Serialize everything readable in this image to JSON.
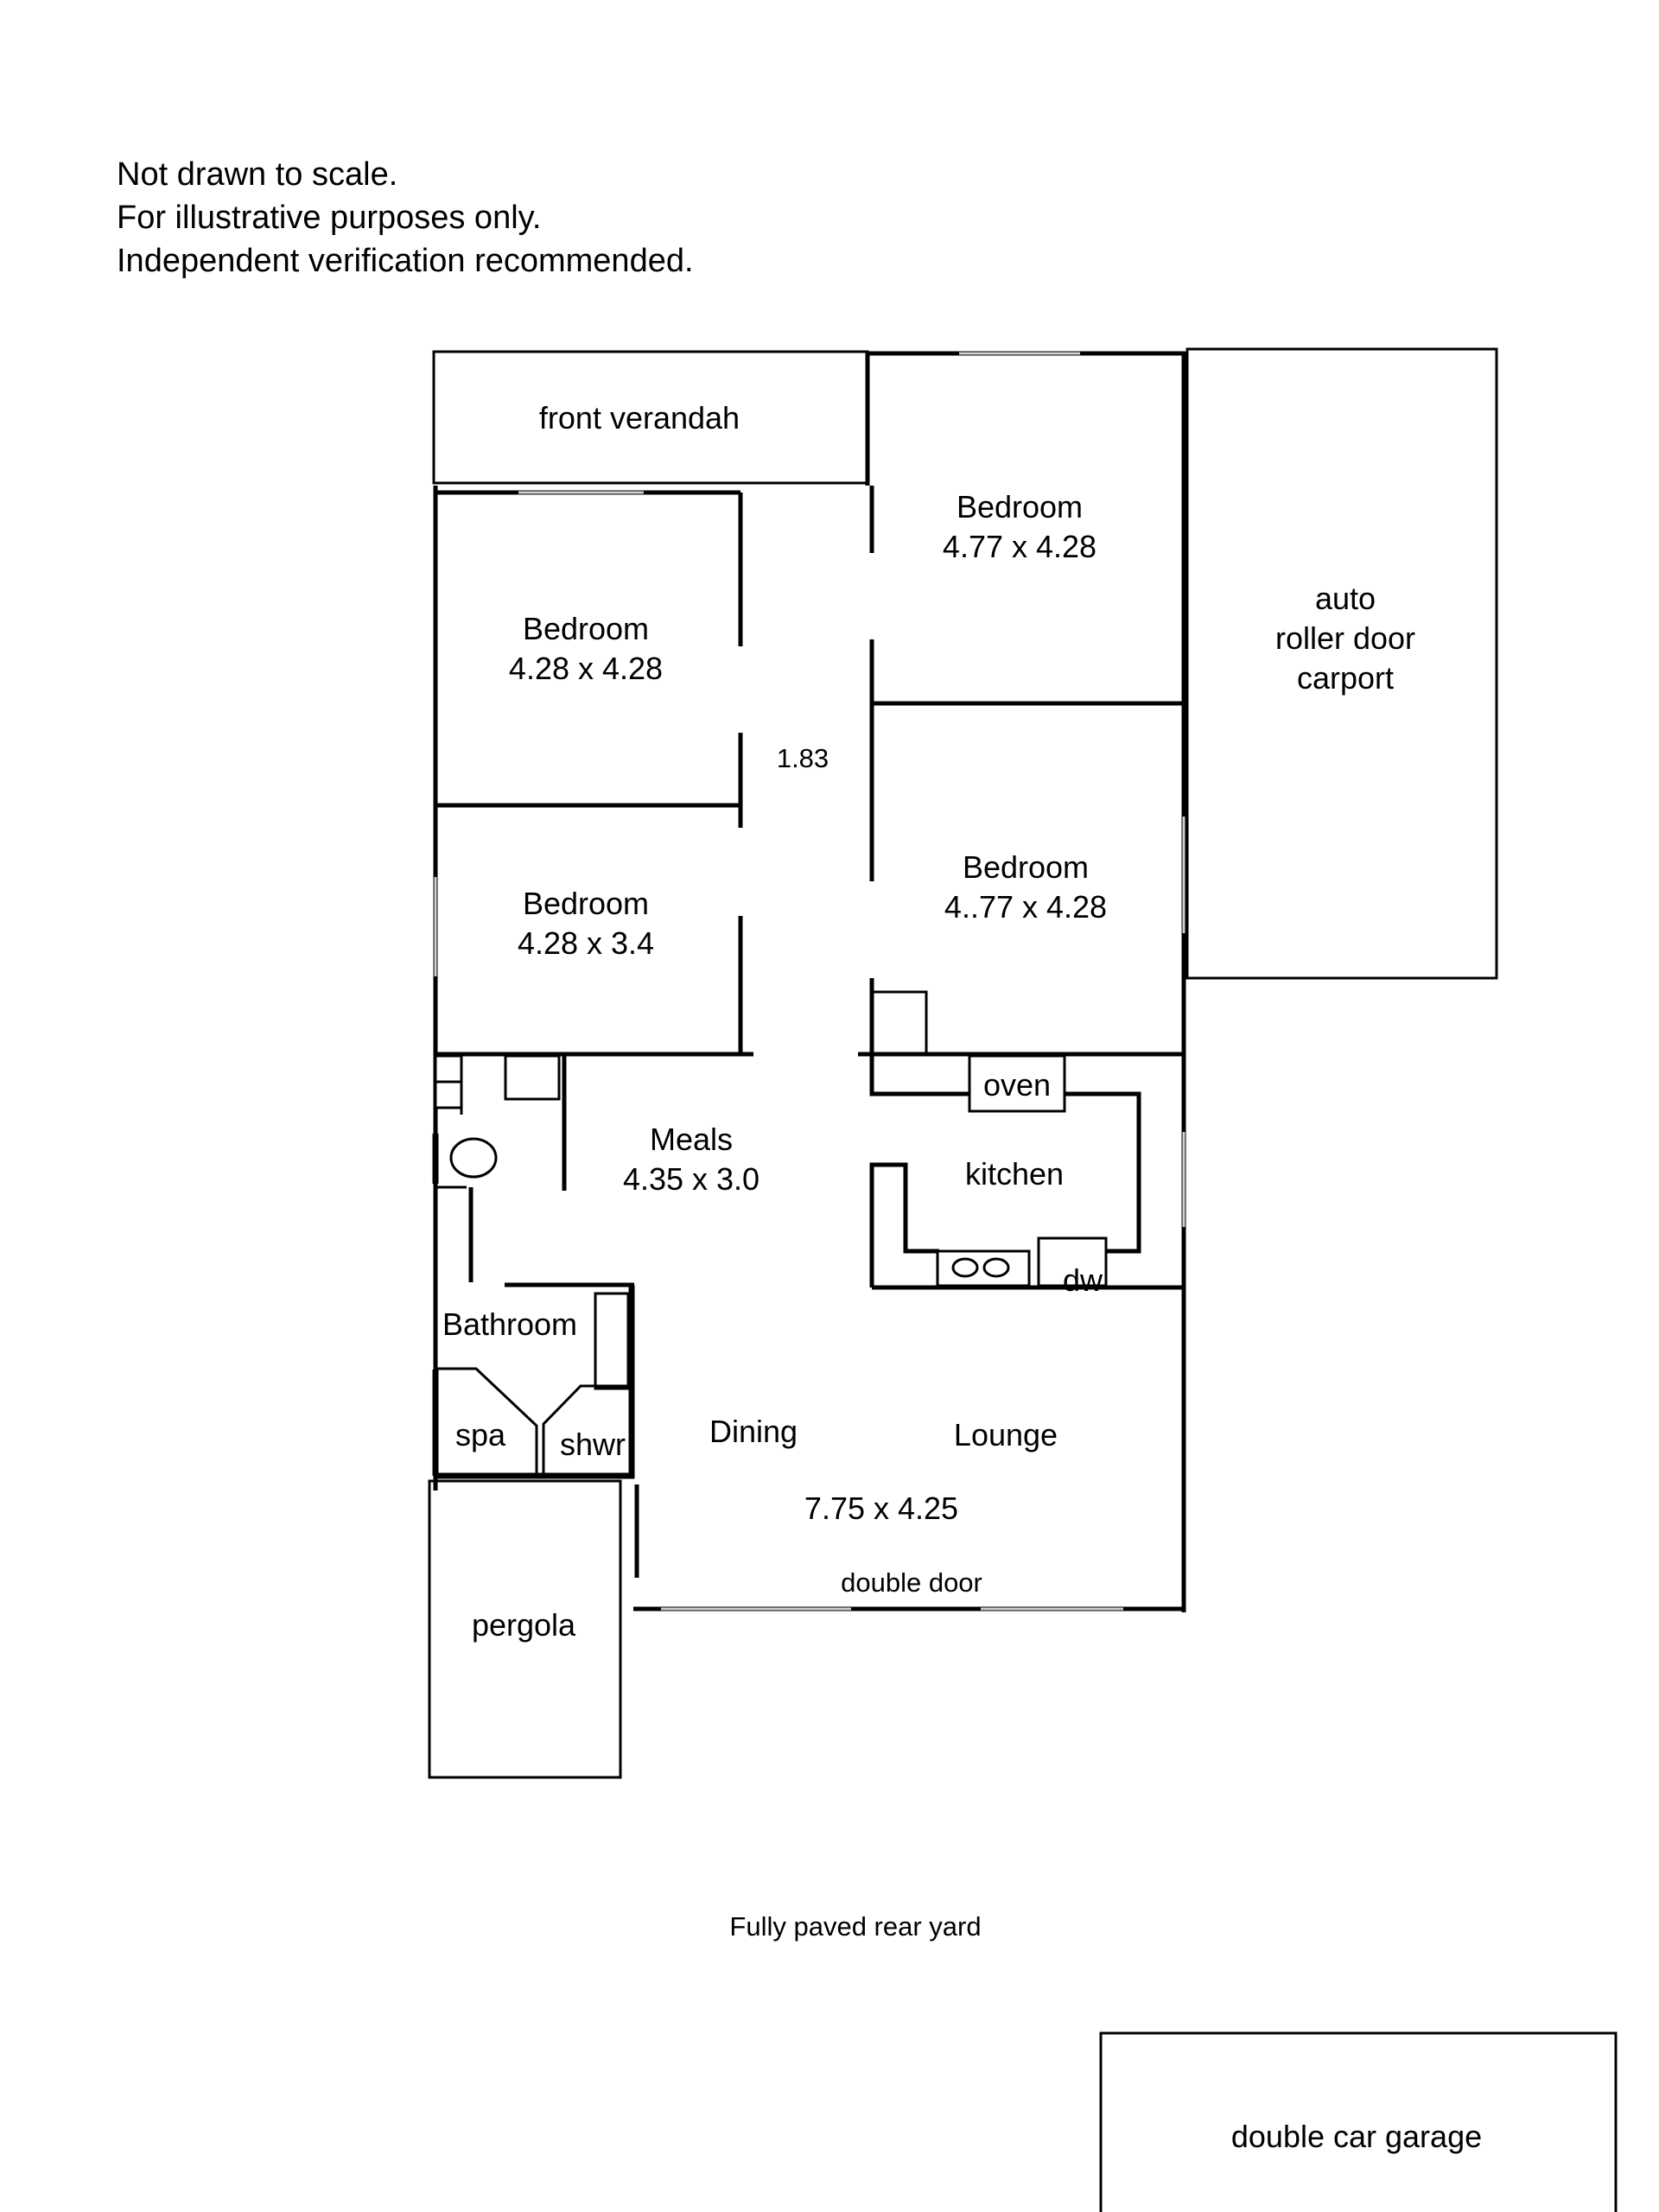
{
  "disclaimer": {
    "line1": "Not drawn to scale.",
    "line2": "For illustrative purposes only.",
    "line3": "Independent verification recommended."
  },
  "rooms": {
    "front_verandah": "front verandah",
    "bedroom_ne": {
      "name": "Bedroom",
      "size": "4.77 x 4.28"
    },
    "bedroom_nw": {
      "name": "Bedroom",
      "size": "4.28 x 4.28"
    },
    "hall_width": "1.83",
    "bedroom_sw": {
      "name": "Bedroom",
      "size": "4.28 x 3.4"
    },
    "bedroom_se": {
      "name": "Bedroom",
      "size": "4..77 x 4.28"
    },
    "carport": {
      "line1": "auto",
      "line2": "roller door",
      "line3": "carport"
    },
    "meals": {
      "name": "Meals",
      "size": "4.35 x 3.0"
    },
    "kitchen": "kitchen",
    "oven": "oven",
    "dishwasher": "dw",
    "bathroom": "Bathroom",
    "spa": "spa",
    "shower": "shwr",
    "dining": "Dining",
    "lounge": "Lounge",
    "living_size": "7.75 x 4.25",
    "double_door": "double door",
    "pergola": "pergola",
    "rear_yard": "Fully paved rear yard",
    "garage": "double car garage"
  }
}
